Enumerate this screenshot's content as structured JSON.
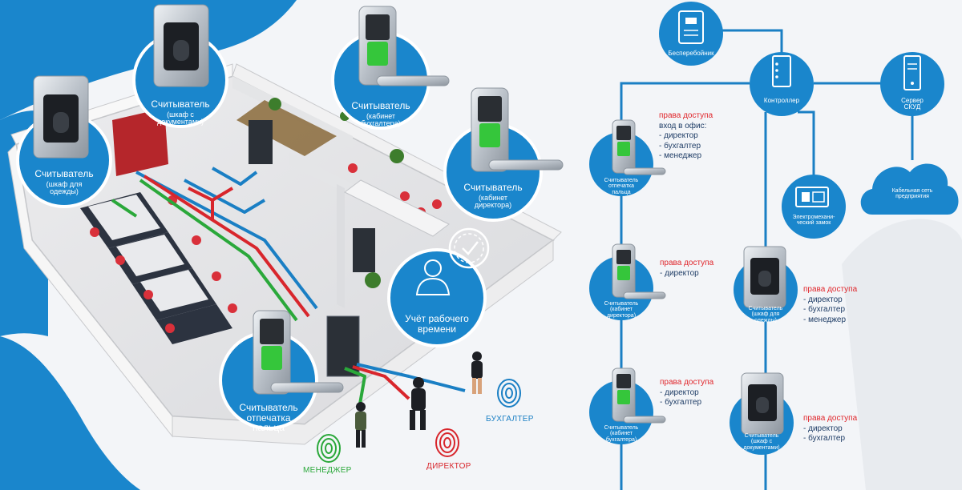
{
  "colors": {
    "brand_blue": "#1a86cc",
    "line_blue": "#1a7fc4",
    "red": "#d8262c",
    "green": "#2aa83a",
    "light_bg": "#f3f5f8"
  },
  "left_panel": {
    "readers": {
      "clothes": {
        "title": "Считыватель",
        "sub": "(шкаф для одежды)"
      },
      "documents": {
        "title": "Считыватель",
        "sub": "(шкаф с документами)"
      },
      "accountant": {
        "title": "Считыватель",
        "sub": "(кабинет бухгалтера)"
      },
      "director": {
        "title": "Считыватель",
        "sub": "(кабинет директора)"
      },
      "fingerprint": {
        "title": "Считыватель отпечатка пальца"
      }
    },
    "time_tracking": {
      "line1": "Учёт рабочего",
      "line2": "времени"
    },
    "roles": {
      "manager": "МЕНЕДЖЕР",
      "director": "ДИРЕКТОР",
      "accountant": "БУХГАЛТЕР"
    }
  },
  "right_panel": {
    "ups": {
      "label": "Бесперебойник",
      "icon": "ups-icon"
    },
    "controller": {
      "label": "Контроллер",
      "icon": "controller-icon"
    },
    "server": {
      "line1": "Сервер",
      "line2": "СКУД",
      "icon": "server-icon"
    },
    "cloud": {
      "line1": "Кабельная сеть",
      "line2": "предприятия",
      "icon": "cloud-icon"
    },
    "lock": {
      "line1": "Электромехани-",
      "line2": "ческий замок",
      "icon": "lock-icon"
    },
    "reader_main": {
      "line1": "Считыватель",
      "line2": "отпечатка",
      "line3": "пальца"
    },
    "reader_director": {
      "line1": "Считыватель",
      "line2": "(кабинет",
      "line3": "директора)"
    },
    "reader_accountant": {
      "line1": "Считыватель",
      "line2": "(кабинет",
      "line3": "бухгалтера)"
    },
    "reader_clothes": {
      "line1": "Считыватель",
      "line2": "(шкаф для",
      "line3": "одежды)"
    },
    "reader_docs": {
      "line1": "Считыватель",
      "line2": "(шкаф с",
      "line3": "документами)"
    },
    "access_main": {
      "header": "права доступа",
      "lines": [
        "вход в офис:",
        "- директор",
        "- бухгалтер",
        "- менеджер"
      ]
    },
    "access_director": {
      "header": "права доступа",
      "lines": [
        "- директор"
      ]
    },
    "access_accountant": {
      "header": "права доступа",
      "lines": [
        "- директор",
        "- бухгалтер"
      ]
    },
    "access_clothes": {
      "header": "права доступа",
      "lines": [
        "- директор",
        "- бухгалтер",
        "- менеджер"
      ]
    },
    "access_docs": {
      "header": "права доступа",
      "lines": [
        "- директор",
        "- бухгалтер"
      ]
    }
  }
}
